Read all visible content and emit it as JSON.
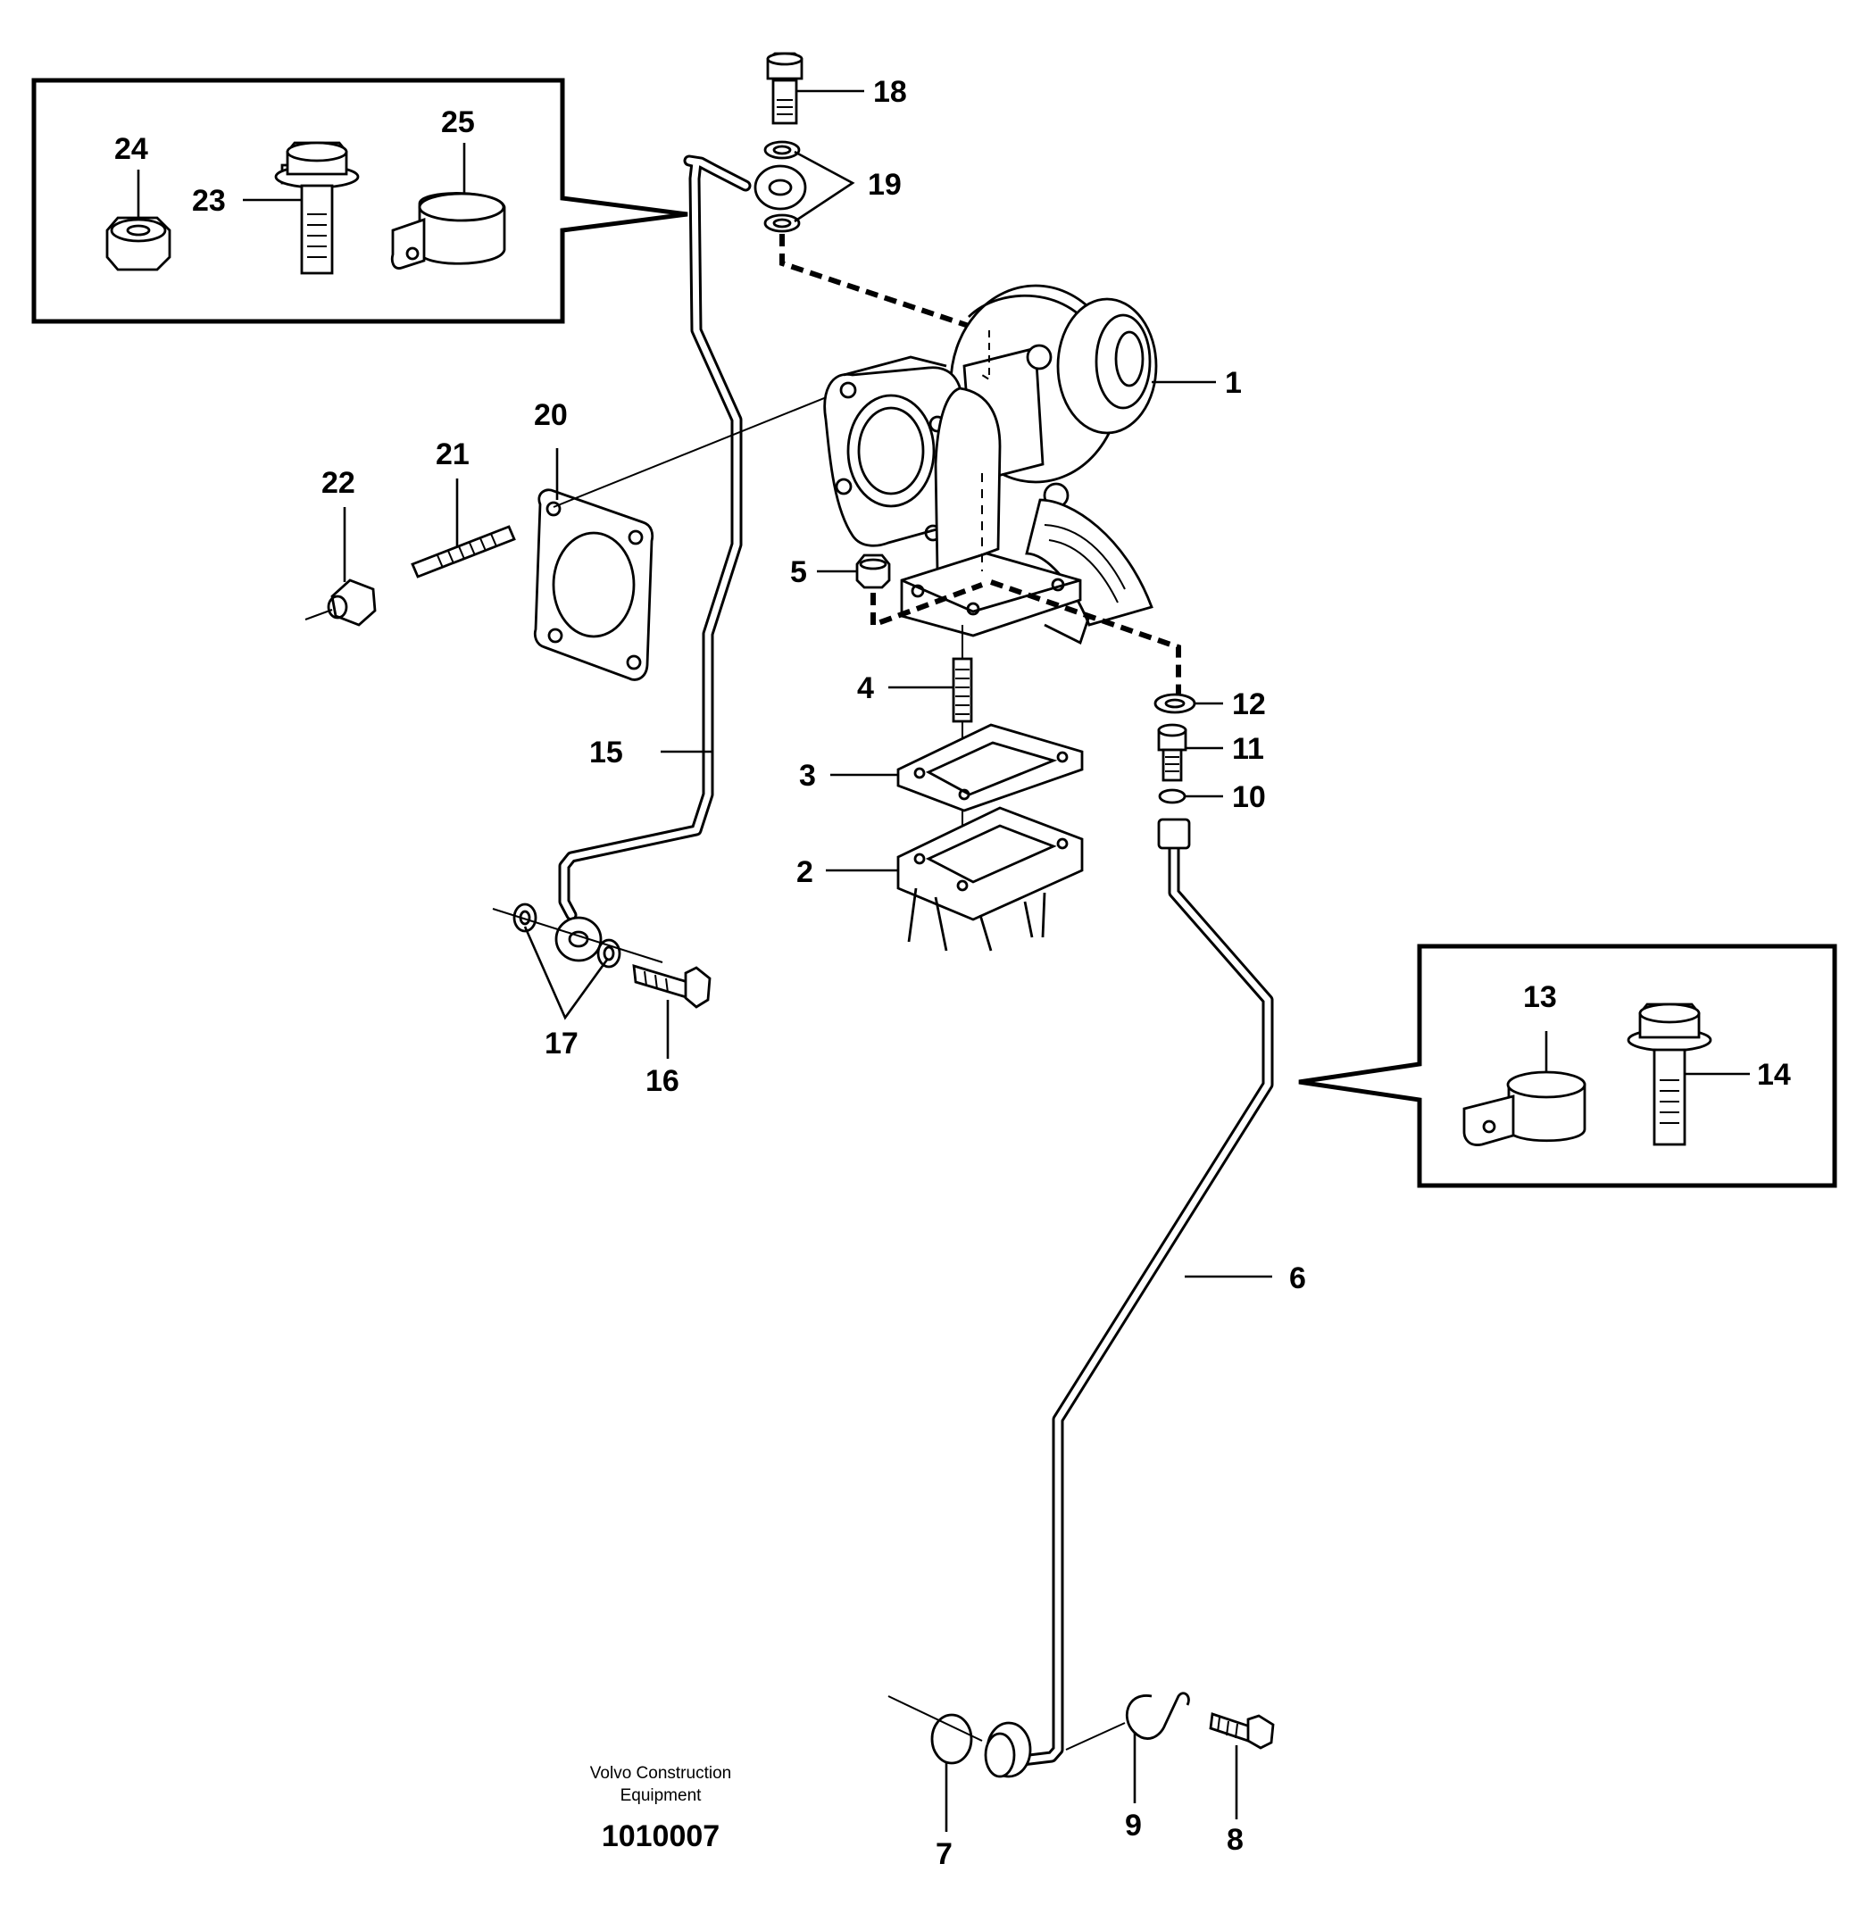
{
  "callouts": {
    "c1": "1",
    "c2": "2",
    "c3": "3",
    "c4": "4",
    "c5": "5",
    "c6": "6",
    "c7": "7",
    "c8": "8",
    "c9": "9",
    "c10": "10",
    "c11": "11",
    "c12": "12",
    "c13": "13",
    "c14": "14",
    "c15": "15",
    "c16": "16",
    "c17": "17",
    "c18": "18",
    "c19": "19",
    "c20": "20",
    "c21": "21",
    "c22": "22",
    "c23": "23",
    "c24": "24",
    "c25": "25"
  },
  "footer": {
    "brand_line1": "Volvo Construction",
    "brand_line2": "Equipment",
    "doc_number": "1010007"
  }
}
